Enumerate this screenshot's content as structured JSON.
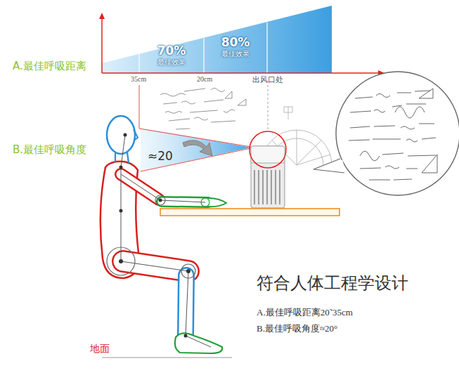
{
  "diagram": {
    "title": "符合人体工程学设计",
    "nodes": [
      {
        "text": [
          "70%",
          "最佳效果"
        ]
      },
      {
        "text": [
          "80%",
          "最佳效果"
        ]
      }
    ],
    "labels": [
      "A.最佳呼吸距离",
      "35cm",
      "20cm",
      "出风口处",
      "B.最佳呼吸角度",
      "≈20",
      "A.最佳呼吸距离20˜35cm",
      "B.最佳呼吸角度≈20°",
      "地面"
    ]
  }
}
